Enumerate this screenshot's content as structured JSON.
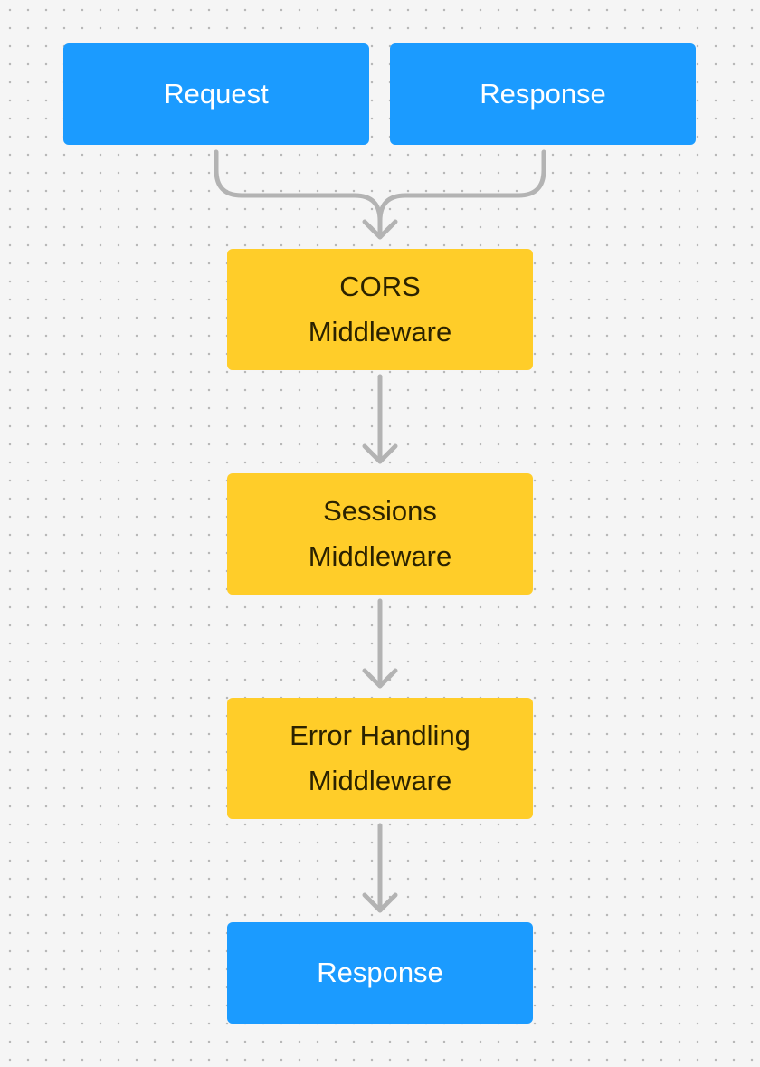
{
  "diagram": {
    "nodes": {
      "request": {
        "label": "Request"
      },
      "response_top": {
        "label": "Response"
      },
      "cors": {
        "label": "CORS\nMiddleware"
      },
      "sessions": {
        "label": "Sessions\nMiddleware"
      },
      "error_handling": {
        "label": "Error Handling\nMiddleware"
      },
      "response_bottom": {
        "label": "Response"
      }
    },
    "edges": [
      {
        "from": "request",
        "to": "cors"
      },
      {
        "from": "response_top",
        "to": "cors"
      },
      {
        "from": "cors",
        "to": "sessions"
      },
      {
        "from": "sessions",
        "to": "error_handling"
      },
      {
        "from": "error_handling",
        "to": "response_bottom"
      }
    ],
    "colors": {
      "io_node": "#1b9bff",
      "middleware_node": "#ffcd29",
      "connector": "#b3b3b3",
      "canvas": "#f5f5f5"
    }
  }
}
